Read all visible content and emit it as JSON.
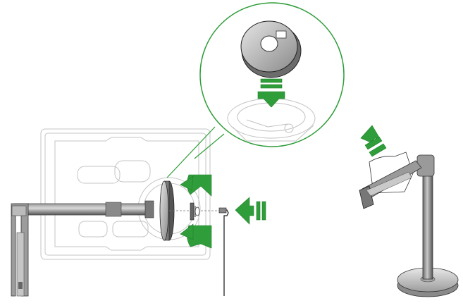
{
  "colors": {
    "accent_green": "#2f9e3a",
    "accent_green_dark": "#1f7d2a",
    "outline_gray": "#b9b9b9",
    "metal_dark": "#5d5d5d",
    "metal_mid": "#8d8d8d",
    "metal_light": "#c9c9c9",
    "line_black": "#222222"
  },
  "diagram": {
    "panels": [
      {
        "id": "base-assembly",
        "description_icon": "desk-base-with-arm"
      },
      {
        "id": "detail-callout",
        "description_icon": "magnified-disc-insert"
      },
      {
        "id": "lamp-assembly",
        "description_icon": "desk-lamp-lift"
      }
    ],
    "arrows": [
      {
        "id": "down-arrow",
        "direction": "down",
        "icon": "triple-chevron-down"
      },
      {
        "id": "left-arrow",
        "direction": "left",
        "icon": "triple-chevron-left"
      },
      {
        "id": "up-arrow",
        "direction": "up-right",
        "icon": "triple-chevron-up"
      },
      {
        "id": "rotate-arrows",
        "direction": "rotate",
        "icon": "curved-rotation-arrows"
      }
    ]
  }
}
